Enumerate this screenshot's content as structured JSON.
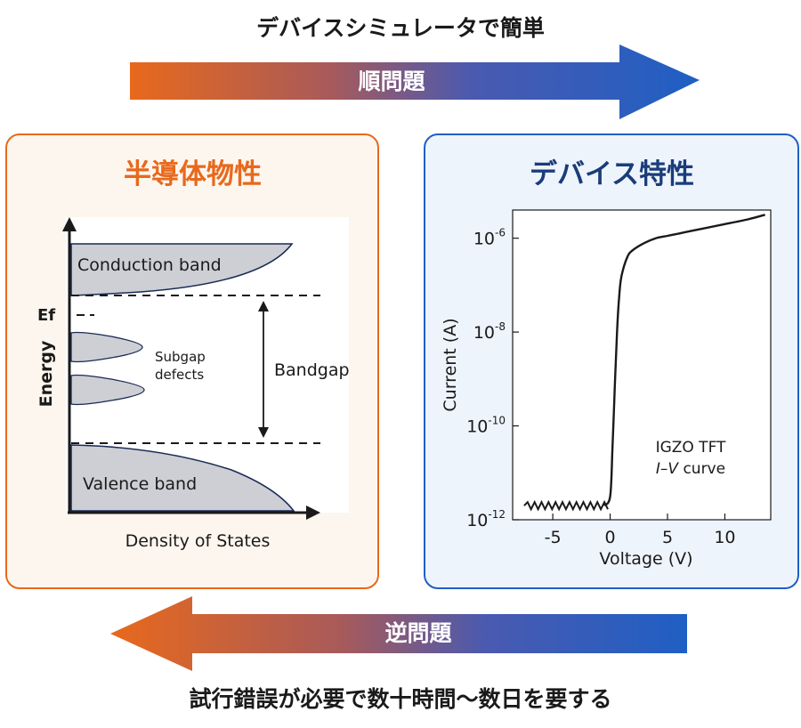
{
  "header": {
    "top_caption": "デバイスシミュレータで簡単",
    "bottom_caption": "試行錯誤が必要で数十時間～数日を要する"
  },
  "arrows": {
    "forward_label": "順問題",
    "inverse_label": "逆問題"
  },
  "left_panel": {
    "title": "半導体物性",
    "diagram": {
      "conduction_band": "Conduction band",
      "valence_band": "Valence band",
      "fermi_level": "Ef",
      "subgap_line1": "Subgap",
      "subgap_line2": "defects",
      "bandgap": "Bandgap",
      "y_axis": "Energy",
      "x_axis": "Density of States"
    }
  },
  "right_panel": {
    "title": "デバイス特性",
    "legend_line1": "IGZO TFT",
    "legend_line2_italic_i": "I",
    "legend_line2_dash": "–",
    "legend_line2_italic_v": "V",
    "legend_line2_rest": " curve"
  },
  "colors": {
    "orange": "#e8691c",
    "blue": "#1f5fc4",
    "left_bg": "#fdf6ee",
    "right_bg": "#eef4fc",
    "band_fill": "#cdcfd4",
    "title_blue": "#1a3c7a"
  },
  "chart_data": {
    "type": "line",
    "xlabel": "Voltage (V)",
    "ylabel": "Current (A)",
    "xticks": [
      "-5",
      "0",
      "5",
      "10"
    ],
    "yticks": [
      {
        "base": "10",
        "exp": "-6"
      },
      {
        "base": "10",
        "exp": "-8"
      },
      {
        "base": "10",
        "exp": "-10"
      },
      {
        "base": "10",
        "exp": "-12"
      }
    ],
    "xlim": [
      -8.5,
      14
    ],
    "ylog_exp_range": [
      -12,
      -5.4
    ],
    "x": [
      -7.5,
      -5,
      -2,
      -0.5,
      0.0,
      0.2,
      0.4,
      0.6,
      0.8,
      1.0,
      1.5,
      2.0,
      3,
      4,
      5,
      6,
      8,
      10,
      12,
      13.5
    ],
    "log10_y": [
      -11.7,
      -11.7,
      -11.7,
      -11.7,
      -11.5,
      -10.5,
      -9.2,
      -8.0,
      -7.2,
      -6.8,
      -6.4,
      -6.25,
      -6.1,
      -6.0,
      -5.95,
      -5.9,
      -5.8,
      -5.7,
      -5.6,
      -5.5
    ],
    "noise_floor": {
      "x_start": -7.5,
      "x_end": -0.2,
      "log10_y": -11.7
    }
  }
}
